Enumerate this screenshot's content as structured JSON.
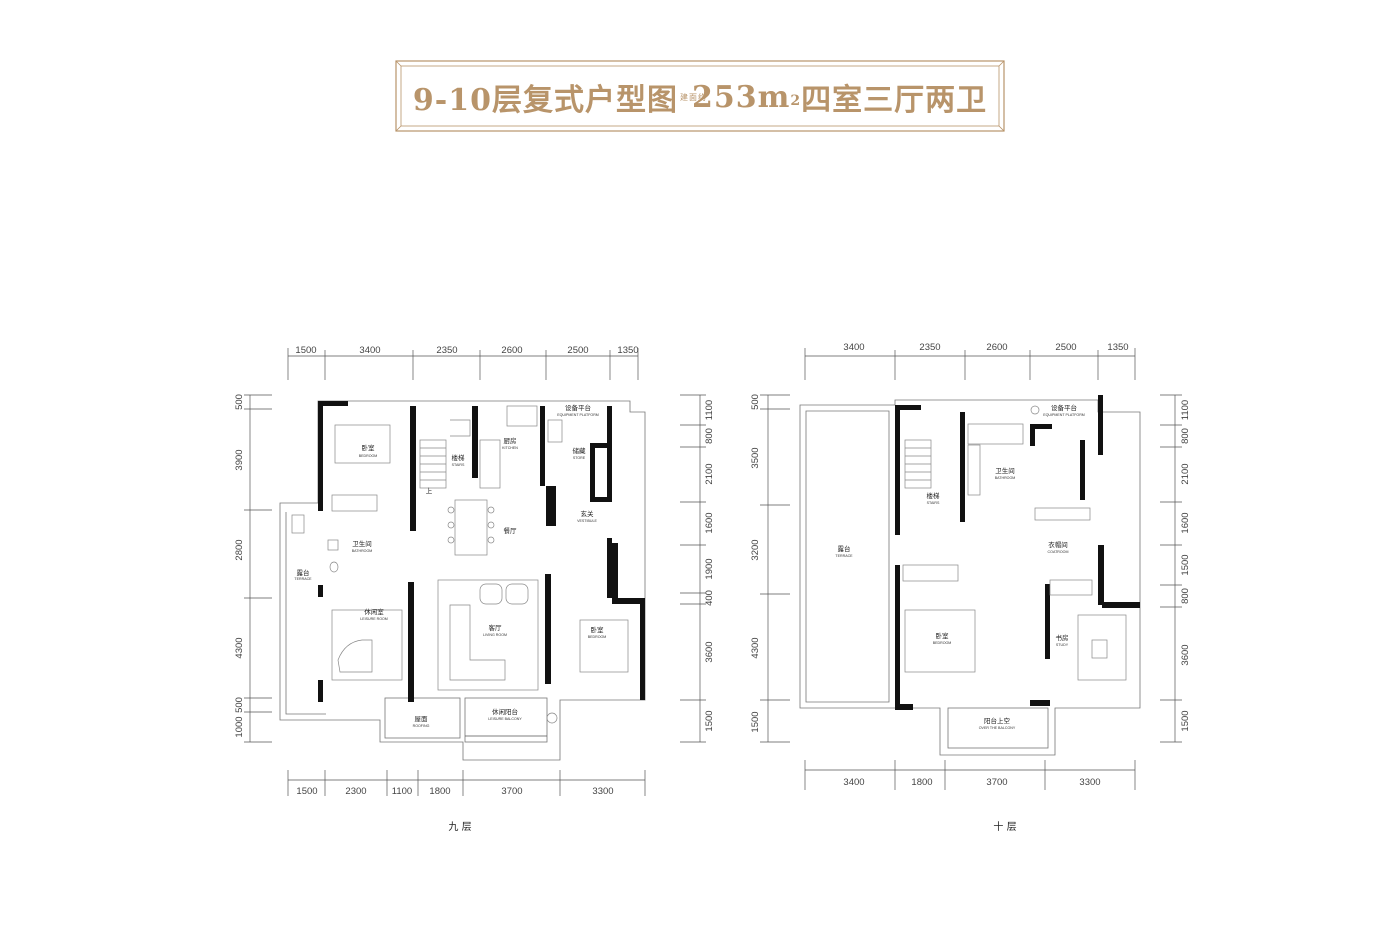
{
  "theme": {
    "gold": "#b8946a",
    "wall": "#111111",
    "line": "#777777"
  },
  "title": {
    "main": "9-10层复式户型图",
    "small": "建面约",
    "area": "253m",
    "sup": "2",
    "rooms": "四室三厅两卫"
  },
  "floor9": {
    "caption": "九  层",
    "dims_top": [
      "1500",
      "3400",
      "2350",
      "2600",
      "2500",
      "1350"
    ],
    "dims_bottom": [
      "1500",
      "2300",
      "1100",
      "1800",
      "3700",
      "3300"
    ],
    "dims_left": [
      "500",
      "3900",
      "2800",
      "4300",
      "500",
      "1000"
    ],
    "dims_right": [
      "1100",
      "800",
      "2100",
      "1600",
      "1900",
      "400",
      "3600",
      "1500"
    ],
    "rooms": [
      {
        "cn": "卧室",
        "en": "BEDROOM"
      },
      {
        "cn": "楼梯",
        "en": "STAIRS"
      },
      {
        "cn": "厨房",
        "en": "KITCHEN"
      },
      {
        "cn": "设备平台",
        "en": "EQUIPMENT PLATFORM"
      },
      {
        "cn": "储藏",
        "en": "STORE"
      },
      {
        "cn": "玄关",
        "en": "VESTIBULE"
      },
      {
        "cn": "餐厅",
        "en": ""
      },
      {
        "cn": "卫生间",
        "en": "BATHROOM"
      },
      {
        "cn": "露台",
        "en": "TERRACE"
      },
      {
        "cn": "休闲室",
        "en": "LEISURE ROOM"
      },
      {
        "cn": "客厅",
        "en": "LIVING ROOM"
      },
      {
        "cn": "卧室",
        "en": "BEDROOM"
      },
      {
        "cn": "屋面",
        "en": "ROOFING"
      },
      {
        "cn": "休闲阳台",
        "en": "LEISURE BALCONY"
      }
    ],
    "stair_mark": "上"
  },
  "floor10": {
    "caption": "十  层",
    "dims_top": [
      "3400",
      "2350",
      "2600",
      "2500",
      "1350"
    ],
    "dims_bottom": [
      "3400",
      "1800",
      "3700",
      "3300"
    ],
    "dims_left": [
      "500",
      "3500",
      "3200",
      "4300",
      "1500"
    ],
    "dims_right": [
      "1100",
      "800",
      "2100",
      "1600",
      "1500",
      "800",
      "3600",
      "1500"
    ],
    "rooms": [
      {
        "cn": "设备平台",
        "en": "EQUIPMENT PLATFORM"
      },
      {
        "cn": "卫生间",
        "en": "BATHROOM"
      },
      {
        "cn": "楼梯",
        "en": "STAIRS"
      },
      {
        "cn": "露台",
        "en": "TERRACE"
      },
      {
        "cn": "衣帽间",
        "en": "COATROOM"
      },
      {
        "cn": "卧室",
        "en": "BEDROOM"
      },
      {
        "cn": "书房",
        "en": "STUDY"
      },
      {
        "cn": "阳台上空",
        "en": "OVER THE BALCONY"
      }
    ]
  }
}
